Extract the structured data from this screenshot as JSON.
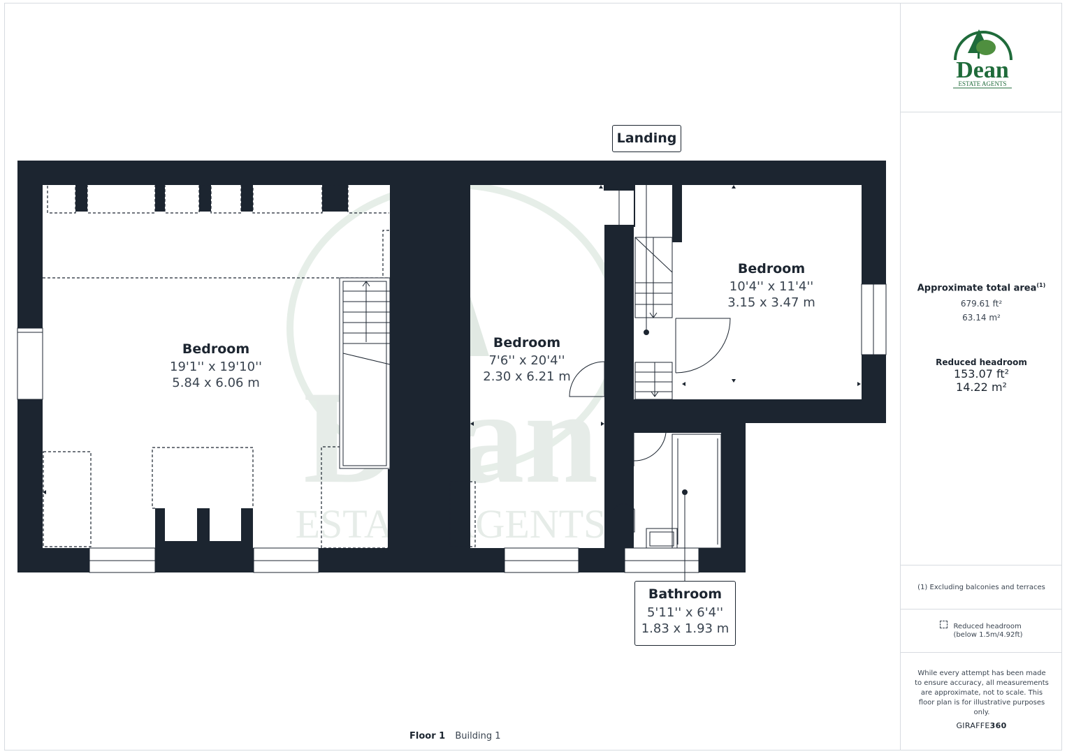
{
  "brand": {
    "logo_name": "Dean",
    "logo_sub": "ESTATE AGENTS",
    "color": "#1f6b3a"
  },
  "rooms": {
    "bedroom_large": {
      "name": "Bedroom",
      "imperial": "19'1'' x 19'10''",
      "metric": "5.84 x 6.06 m"
    },
    "bedroom_middle": {
      "name": "Bedroom",
      "imperial": "7'6'' x 20'4''",
      "metric": "2.30 x 6.21 m"
    },
    "bedroom_right": {
      "name": "Bedroom",
      "imperial": "10'4'' x 11'4''",
      "metric": "3.15 x 3.47 m"
    },
    "landing": {
      "name": "Landing"
    },
    "bathroom": {
      "name": "Bathroom",
      "imperial": "5'11'' x 6'4''",
      "metric": "1.83 x 1.93 m"
    }
  },
  "sidebar": {
    "total_title": "Approximate total area",
    "total_sup": "(1)",
    "total_ft": "679.61 ft²",
    "total_m": "63.14 m²",
    "reduced_title": "Reduced headroom",
    "reduced_ft": "153.07 ft²",
    "reduced_m": "14.22 m²",
    "note_excluding": "(1) Excluding balconies and terraces",
    "note_reduced_line1": "Reduced headroom",
    "note_reduced_line2": "(below 1.5m/4.92ft)",
    "disclaimer": "While every attempt has been made to ensure accuracy, all measurements are approximate, not to scale. This floor plan is for illustrative purposes only.",
    "brand_a": "GIRAFFE",
    "brand_b": "360"
  },
  "caption": {
    "floor": "Floor 1",
    "building": "Building 1"
  },
  "colors": {
    "wall": "#1c2530",
    "watermark": "#dfe8e2"
  }
}
